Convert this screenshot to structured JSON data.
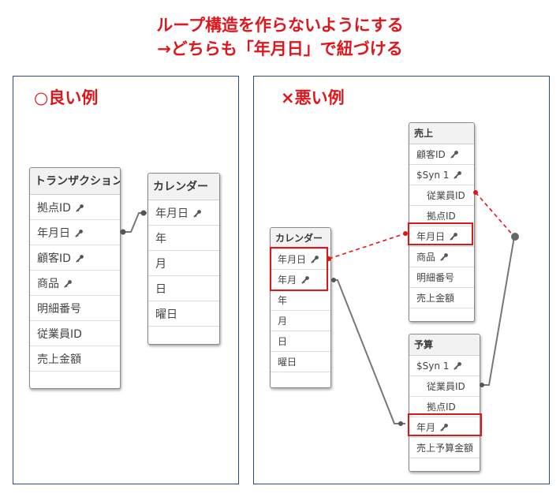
{
  "heading": {
    "line1": "ループ構造を作らないようにする",
    "line2": "→どちらも「年月日」で紐づける"
  },
  "good_panel": {
    "title": "○良い例",
    "tables": {
      "transaction": {
        "name": "トランザクション",
        "fields": [
          {
            "label": "拠点ID",
            "key": true
          },
          {
            "label": "年月日",
            "key": true
          },
          {
            "label": "顧客ID",
            "key": true
          },
          {
            "label": "商品",
            "key": true
          },
          {
            "label": "明細番号",
            "key": false
          },
          {
            "label": "従業員ID",
            "key": false
          },
          {
            "label": "売上金額",
            "key": false
          }
        ]
      },
      "calendar": {
        "name": "カレンダー",
        "fields": [
          {
            "label": "年月日",
            "key": true
          },
          {
            "label": "年",
            "key": false
          },
          {
            "label": "月",
            "key": false
          },
          {
            "label": "日",
            "key": false
          },
          {
            "label": "曜日",
            "key": false
          }
        ]
      }
    }
  },
  "bad_panel": {
    "title": "×悪い例",
    "tables": {
      "calendar": {
        "name": "カレンダー",
        "fields": [
          {
            "label": "年月日",
            "key": true
          },
          {
            "label": "年月",
            "key": true
          },
          {
            "label": "年",
            "key": false
          },
          {
            "label": "月",
            "key": false
          },
          {
            "label": "日",
            "key": false
          },
          {
            "label": "曜日",
            "key": false
          }
        ]
      },
      "sales": {
        "name": "売上",
        "fields": [
          {
            "label": "顧客ID",
            "key": true
          },
          {
            "label": "$Syn 1",
            "key": true
          },
          {
            "label": "従業員ID",
            "key": false
          },
          {
            "label": "拠点ID",
            "key": false
          },
          {
            "label": "年月日",
            "key": true
          },
          {
            "label": "商品",
            "key": true
          },
          {
            "label": "明細番号",
            "key": false
          },
          {
            "label": "売上金額",
            "key": false
          }
        ]
      },
      "budget": {
        "name": "予算",
        "fields": [
          {
            "label": "$Syn 1",
            "key": true
          },
          {
            "label": "従業員ID",
            "key": false
          },
          {
            "label": "拠点ID",
            "key": false
          },
          {
            "label": "年月",
            "key": true
          },
          {
            "label": "売上予算金額",
            "key": false
          }
        ]
      }
    }
  },
  "colors": {
    "accent_red": "#e0161d",
    "panel_border": "#2e4a7a",
    "link_gray": "#777777",
    "link_dashed_red": "#e0161d"
  }
}
